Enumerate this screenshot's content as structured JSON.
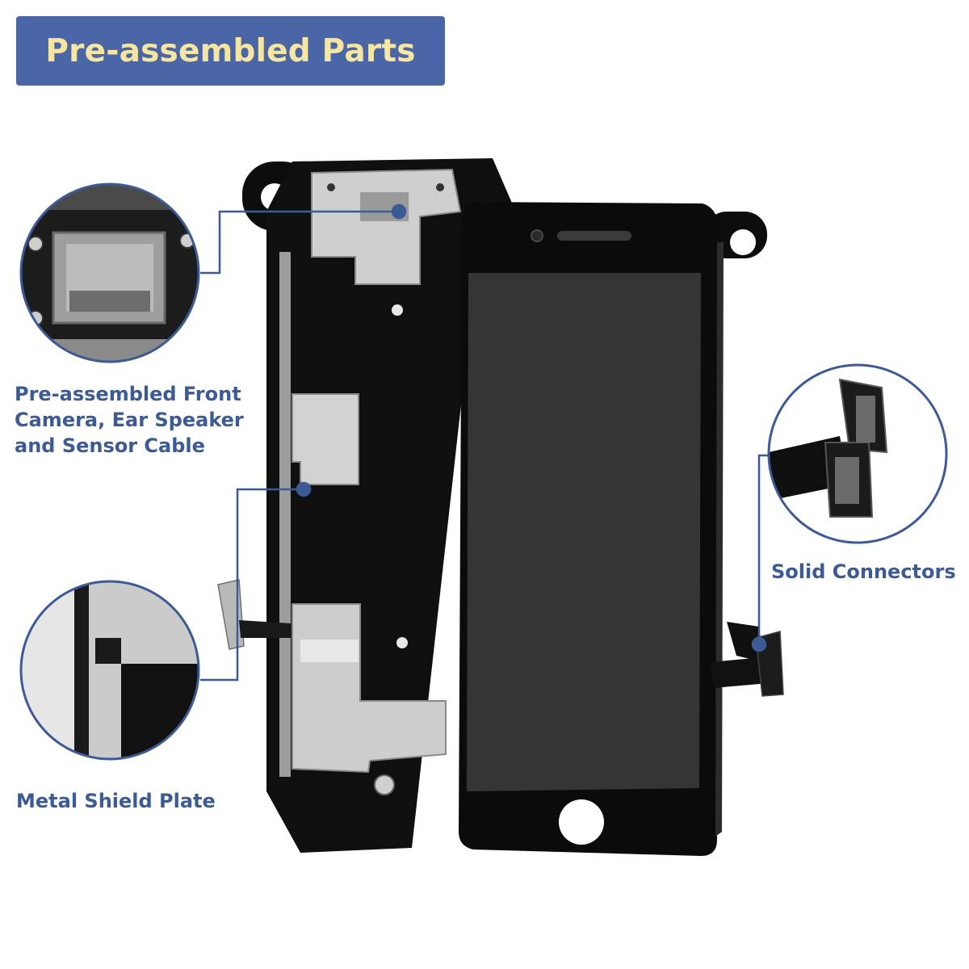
{
  "banner": {
    "title": "Pre-assembled Parts"
  },
  "callouts": {
    "front_camera": {
      "lines": [
        "Pre-assembled Front",
        "Camera, Ear Speaker",
        "and Sensor Cable"
      ]
    },
    "metal_shield": {
      "label": "Metal Shield Plate"
    },
    "connectors": {
      "label": "Solid Connectors"
    }
  },
  "colors": {
    "banner_bg": "#4a66a6",
    "banner_text": "#f6e6a1",
    "label_text": "#3c5a96",
    "leader_line": "#3c5a96",
    "screen": "#353535",
    "bezel": "#0b0b0b",
    "shield": "#c9c9c9"
  }
}
